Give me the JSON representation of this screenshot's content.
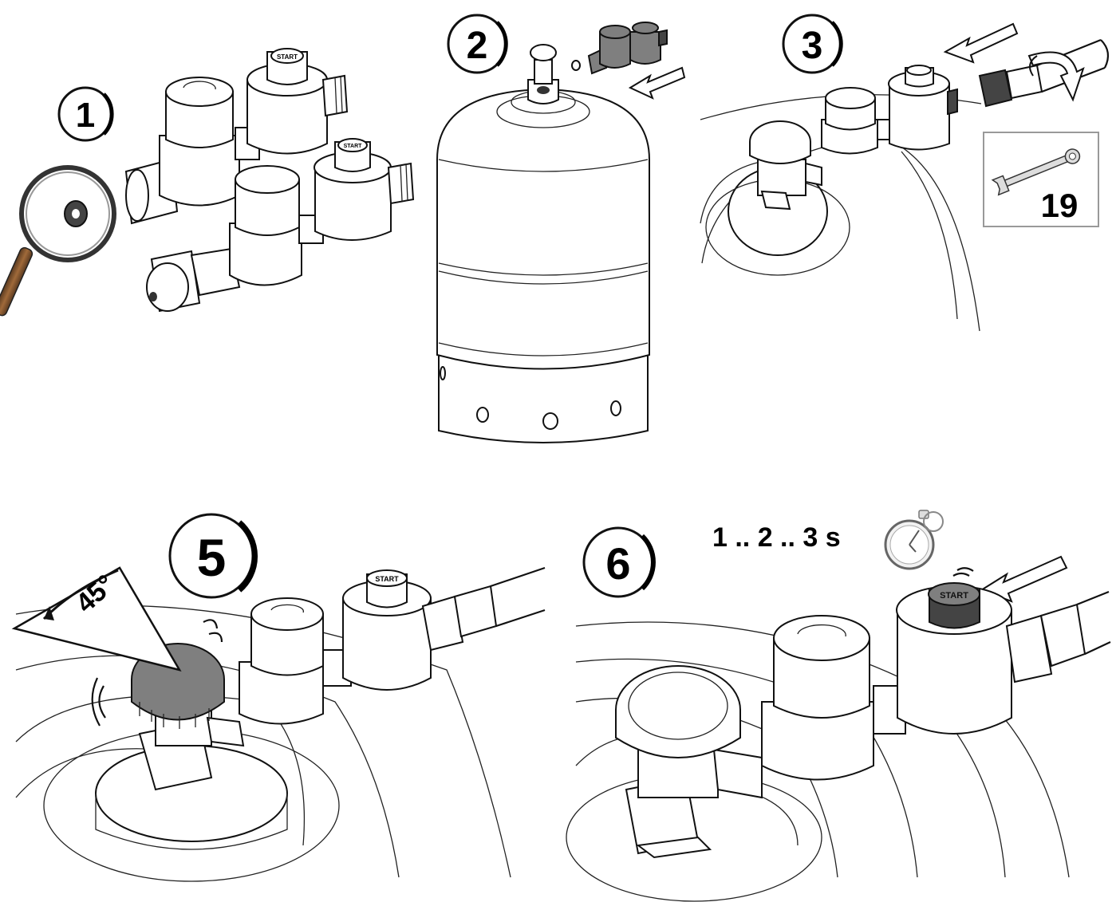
{
  "steps": [
    {
      "number": "1"
    },
    {
      "number": "2"
    },
    {
      "number": "3"
    },
    {
      "number": "5"
    },
    {
      "number": "6"
    }
  ],
  "step3": {
    "wrench_size": "19"
  },
  "step5": {
    "angle_label": "45°"
  },
  "step6": {
    "timing_text": "1 .. 2 .. 3  s",
    "button_label": "START"
  },
  "regulator": {
    "start_label": "START"
  }
}
